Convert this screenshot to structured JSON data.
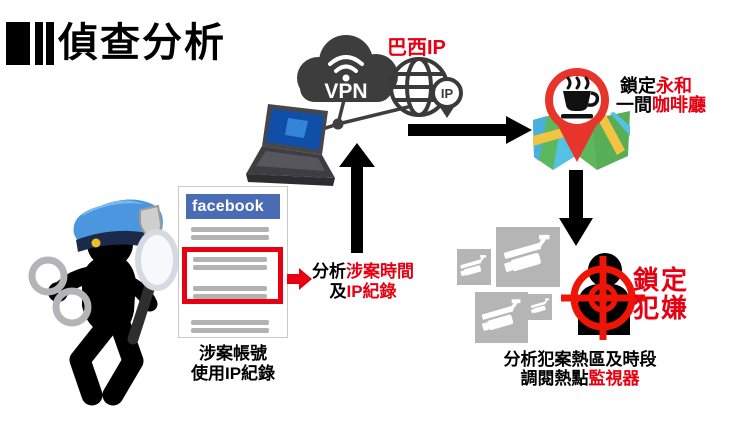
{
  "title": {
    "text": "偵查分析"
  },
  "vpn_cloud": {
    "label": "VPN"
  },
  "brazil_ip": {
    "label": "巴西IP"
  },
  "globe": {
    "badge": "IP"
  },
  "facebook_doc": {
    "brand": "facebook",
    "caption_line1": "涉案帳號",
    "caption_line2": "使用IP紀錄"
  },
  "analysis_note": {
    "black1": "分析",
    "red1": "涉案時間",
    "black2": "及",
    "red2": "IP紀錄"
  },
  "cafe_note": {
    "black1": "鎖定",
    "red1": "永和",
    "black2": "一間",
    "red2": "咖啡廳"
  },
  "suspect_note": {
    "line1": "鎖定",
    "line2": "犯嫌"
  },
  "cctv_note": {
    "line1": "分析犯案熱區及時段",
    "line2_black": "調閱熱點",
    "line2_red": "監視器"
  },
  "icons": {
    "left_figure": "police-officer-icon",
    "figure_props": [
      "police-cap-icon",
      "handcuffs-icon",
      "magnifier-icon"
    ],
    "network": [
      "vpn-cloud-icon",
      "wifi-icon",
      "laptop-icon",
      "globe-icon",
      "ip-pin-badge"
    ],
    "location": [
      "map-icon",
      "map-pin-icon",
      "coffee-cup-icon"
    ],
    "surveillance": [
      "cctv-camera-icon",
      "suspect-silhouette-icon",
      "target-crosshair-icon"
    ],
    "arrows": [
      "red-arrow-icon",
      "arrow-up-icon",
      "arrow-right-icon",
      "arrow-down-icon"
    ]
  },
  "colors": {
    "accent_red": "#e60012",
    "facebook_blue": "#4a6cb5",
    "icon_dark_gray": "#3d3d3d",
    "camera_gray": "#b5b5b5",
    "target_red": "#ee1507",
    "pin_red": "#e8352b",
    "cap_blue": "#4a97e0",
    "map_green": "#5cb85c",
    "map_teal": "#56c2e3",
    "map_yellow": "#f2c443"
  }
}
